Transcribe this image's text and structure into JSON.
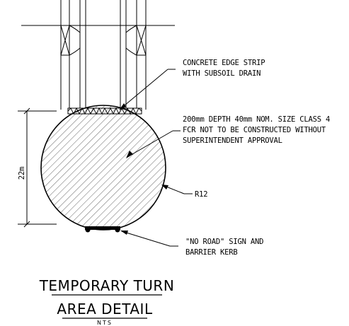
{
  "notes": {
    "edge_strip": [
      "CONCRETE EDGE STRIP",
      "WITH SUBSOIL DRAIN"
    ],
    "pavement": [
      "200mm DEPTH 40mm NOM. SIZE CLASS 4",
      "FCR NOT TO BE CONSTRUCTED WITHOUT",
      "SUPERINTENDENT APPROVAL"
    ],
    "radius": "R12",
    "barrier": [
      "\"NO ROAD\" SIGN AND",
      "BARRIER KERB"
    ]
  },
  "dimension": {
    "label": "22m"
  },
  "title": {
    "line1": "TEMPORARY TURN",
    "line2": "AREA DETAIL",
    "scale": "NTS"
  }
}
